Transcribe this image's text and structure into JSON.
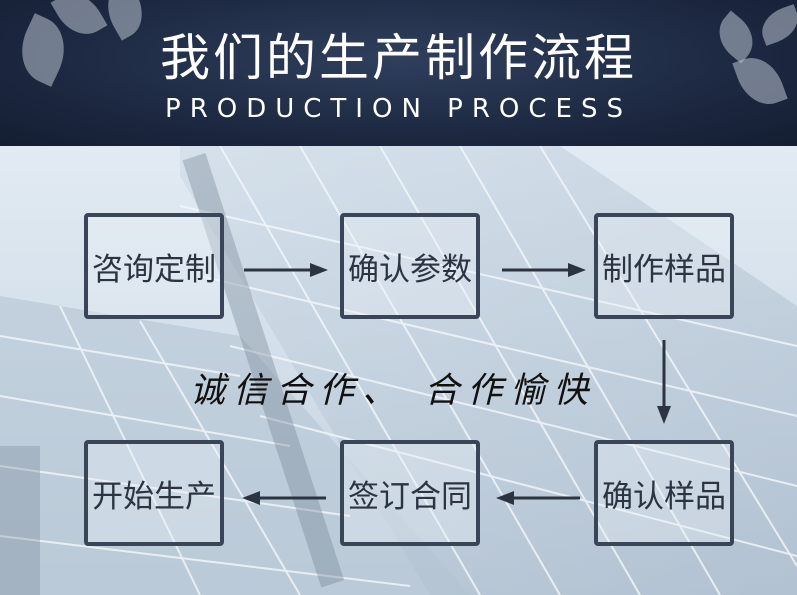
{
  "header": {
    "title": "我们的生产制作流程",
    "subtitle": "PRODUCTION PROCESS"
  },
  "steps": [
    "咨询定制",
    "确认参数",
    "制作样品",
    "确认样品",
    "签订合同",
    "开始生产"
  ],
  "slogan": "诚信合作、 合作愉快",
  "colors": {
    "header_bg": "#1d2942",
    "box_border": "#3a4658",
    "arrow": "#2c3442"
  }
}
